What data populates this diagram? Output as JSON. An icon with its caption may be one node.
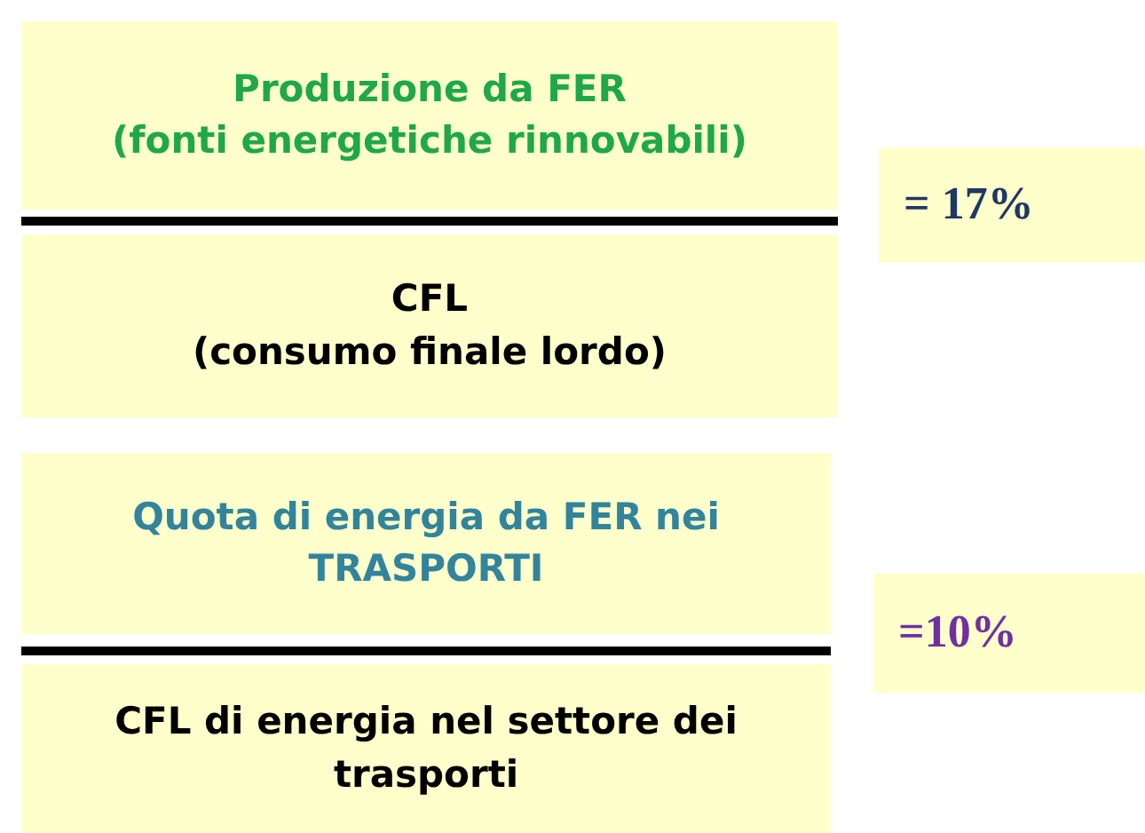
{
  "diagram": {
    "nodes": [
      {
        "text": [
          "Produzione da FER",
          "(fonti energetiche rinnovabili)"
        ]
      },
      {
        "text": [
          "CFL",
          "(consumo finale lordo)"
        ]
      },
      {
        "text": [
          "= 17%"
        ]
      },
      {
        "text": [
          "Quota di energia da FER nei TRASPORTI"
        ]
      },
      {
        "text": [
          "CFL di energia nel settore dei trasporti"
        ]
      },
      {
        "text": [
          "=10%"
        ]
      }
    ]
  }
}
